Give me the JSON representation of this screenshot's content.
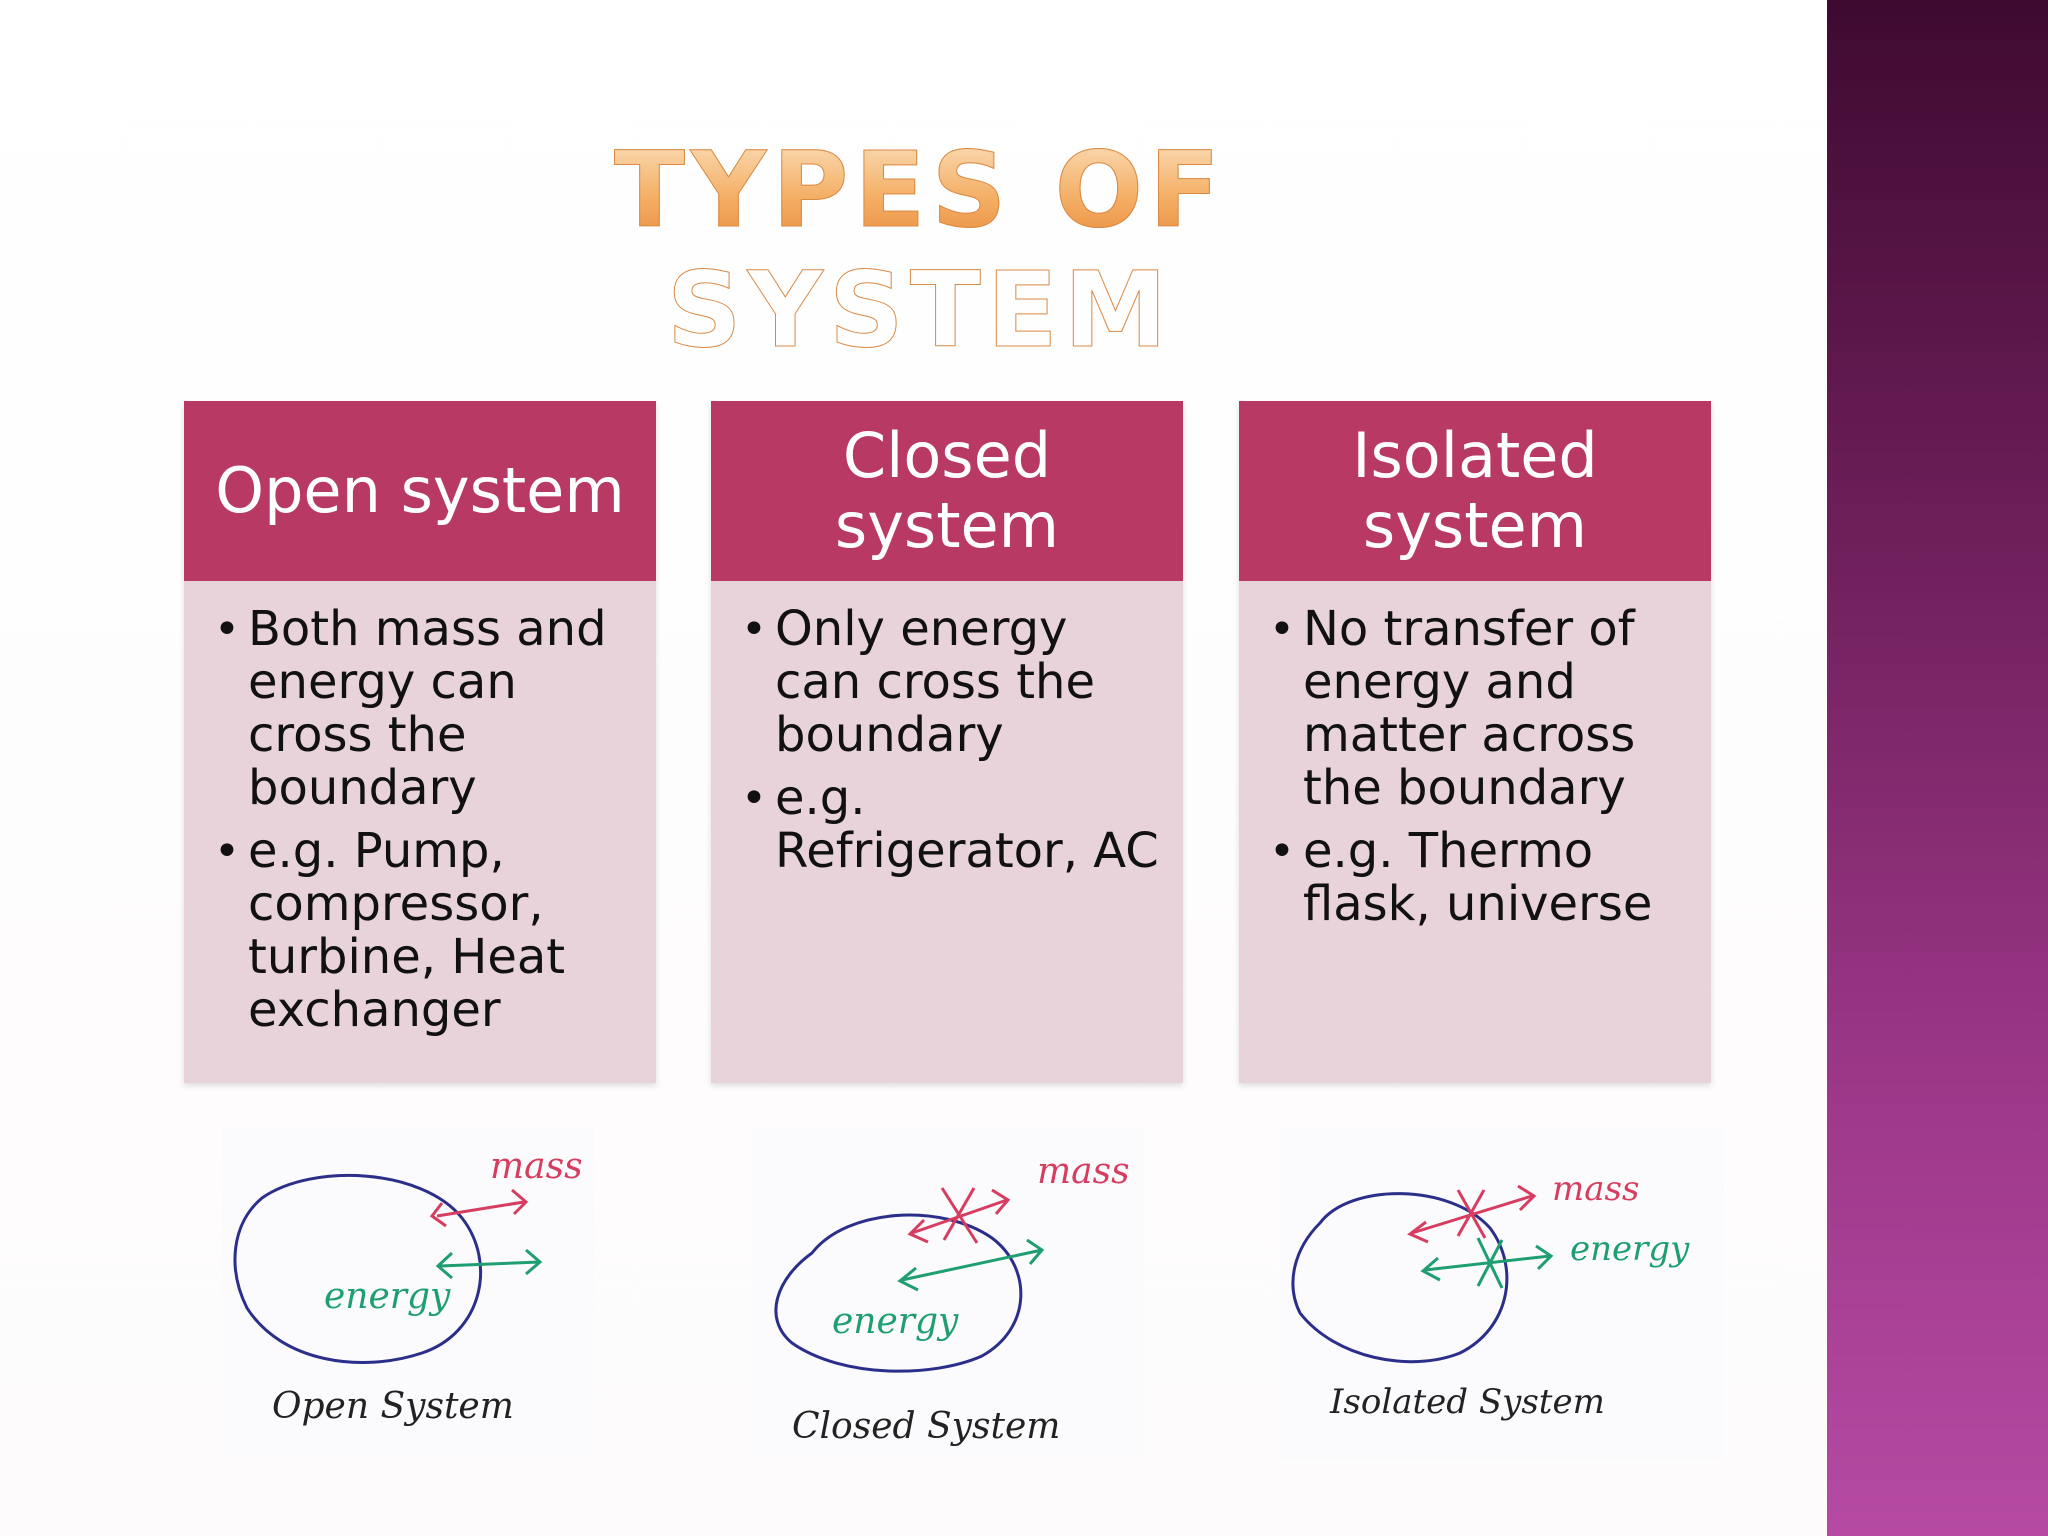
{
  "slide": {
    "title": "TYPES OF SYSTEM",
    "colors": {
      "header": "#b83a64",
      "body": "#e8d3da",
      "title": "#f4b067",
      "band": "#9c3788"
    }
  },
  "columns": [
    {
      "heading": "Open system",
      "bullets": [
        "Both mass and energy can cross the boundary",
        "e.g. Pump, compressor, turbine, Heat exchanger"
      ]
    },
    {
      "heading": "Closed system",
      "bullets": [
        "Only energy can cross the boundary",
        "e.g. Refrigerator, AC"
      ]
    },
    {
      "heading": "Isolated system",
      "bullets": [
        "No transfer of energy and matter across the boundary",
        "e.g. Thermo flask, universe"
      ]
    }
  ],
  "sketches": [
    {
      "mass_label": "mass",
      "energy_label": "energy",
      "caption": "Open System"
    },
    {
      "mass_label": "mass",
      "energy_label": "energy",
      "caption": "Closed System"
    },
    {
      "mass_label": "mass",
      "energy_label": "energy",
      "caption": "Isolated System"
    }
  ],
  "bullet_glyph": "•"
}
